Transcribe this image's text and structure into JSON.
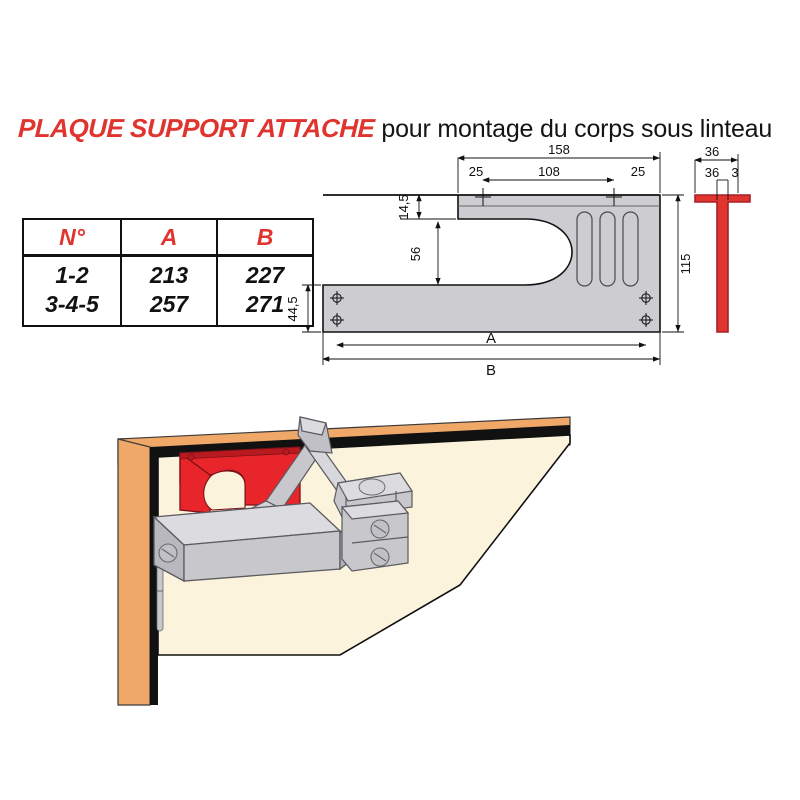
{
  "title": {
    "main": "PLAQUE SUPPORT ATTACHE",
    "sub": "pour montage du corps sous linteau",
    "main_color": "#e0342f",
    "sub_color": "#141414"
  },
  "table": {
    "headers": [
      "N°",
      "A",
      "B"
    ],
    "header_color": "#e0342f",
    "rows": [
      {
        "n": "1-2",
        "a": "213",
        "b": "227"
      },
      {
        "n": "3-4-5",
        "a": "257",
        "b": "271"
      }
    ]
  },
  "drawing": {
    "front_view": {
      "dimensions": {
        "overall_width": "158",
        "left_segment": "25",
        "middle_segment": "108",
        "right_segment": "25",
        "top_flange_height": "14,5",
        "cutout_height": "56",
        "base_height": "44,5",
        "overall_height": "115",
        "inner_length_label": "A",
        "outer_length_label": "B"
      },
      "plate_fill": "#ccccd1",
      "line_color": "#111111",
      "slot_count": 3,
      "hole_count": 4
    },
    "side_view": {
      "dimensions": {
        "overall": "36",
        "flange": "36",
        "thickness": "3"
      },
      "profile_color": "#a52028",
      "profile_fill": "#e0342f"
    }
  },
  "illustration": {
    "frame_color": "#f0a868",
    "frame_edge_color": "#e08a4a",
    "door_color": "#fbf3dc",
    "door_edge_color": "#111111",
    "shadow_color": "#111111",
    "plate_color": "#e8252a",
    "plate_shade_color": "#b81a20",
    "closer_body_color": "#c8c8cc",
    "closer_light_color": "#dcdce0",
    "closer_dark_color": "#a8a8ae",
    "outline_color": "#3a3a3a",
    "parts": [
      "door-frame",
      "door-panel",
      "mounting-plate",
      "closer-body",
      "closer-arm",
      "closer-bracket",
      "hinge"
    ]
  }
}
